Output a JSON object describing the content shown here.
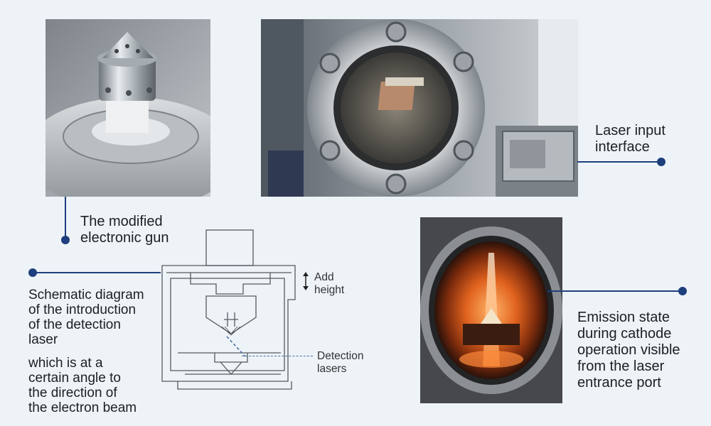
{
  "labels": {
    "modified_gun_line1": "The modified",
    "modified_gun_line2": "electronic gun",
    "laser_input_line1": "Laser input",
    "laser_input_line2": "interface",
    "schematic_line1": "Schematic diagram",
    "schematic_line2": "of the introduction",
    "schematic_line3": "of the detection",
    "schematic_line4": "laser",
    "angle_line1": "which is at a",
    "angle_line2": "certain angle to",
    "angle_line3": "the direction of",
    "angle_line4": "the electron beam",
    "add_height_line1": "Add",
    "add_height_line2": "height",
    "detection_line1": "Detection",
    "detection_line2": "lasers",
    "emission_line1": "Emission state",
    "emission_line2": "during cathode",
    "emission_line3": "operation visible",
    "emission_line4": "from the laser",
    "emission_line5": "entrance port"
  },
  "colors": {
    "accent": "#1d3f7e",
    "background": "#eef3f7",
    "text": "#1c1f24"
  }
}
